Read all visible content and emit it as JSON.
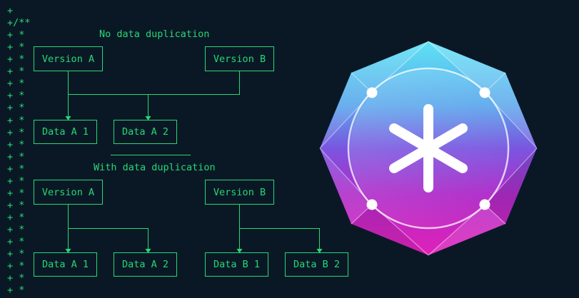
{
  "gutter": {
    "lines": [
      "+",
      "+/**",
      "+ *",
      "+ *",
      "+ *",
      "+ *",
      "+ *",
      "+ *",
      "+ *",
      "+ *",
      "+ *",
      "+ *",
      "+ *",
      "+ *",
      "+ *",
      "+ *",
      "+ *",
      "+ *",
      "+ *",
      "+ *",
      "+ *",
      "+ *",
      "+ *",
      "+ *"
    ],
    "last": "+ */"
  },
  "section_no_dup": {
    "title": "No data duplication",
    "version_a": "Version A",
    "version_b": "Version B",
    "data_a1": "Data A 1",
    "data_a2": "Data A 2"
  },
  "section_dup": {
    "title": "With data duplication",
    "version_a": "Version A",
    "version_b": "Version B",
    "data_a1": "Data A 1",
    "data_a2": "Data A 2",
    "data_b1": "Data B 1",
    "data_b2": "Data B 2"
  },
  "colors": {
    "background": "#0a1826",
    "terminal_green": "#27d872",
    "logo_top": "#5fe3f5",
    "logo_mid": "#7a56e0",
    "logo_bottom": "#e021b8"
  },
  "logo": {
    "icon": "asterisk-octagon-icon"
  }
}
